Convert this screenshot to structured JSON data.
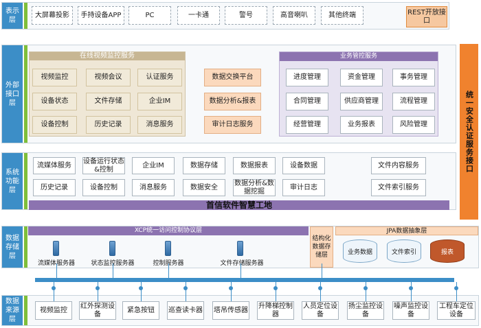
{
  "layers": {
    "presentation": "表示层",
    "external": "外部接口层",
    "system": "系统功能层",
    "storage": "数据存储层",
    "source": "数据来源层"
  },
  "presentation_items": [
    "大屏幕投影",
    "手持设备APP",
    "PC",
    "一卡通",
    "警号",
    "高音喇叭",
    "其他终端"
  ],
  "rest_api": "REST开放接口",
  "auth": "统一安全认证服务接口",
  "video_panel": {
    "title": "在线视频监控服务",
    "items": [
      "视频监控",
      "视频会议",
      "认证服务",
      "设备状态",
      "文件存储",
      "企业IM",
      "设备控制",
      "历史记录",
      "消息服务"
    ]
  },
  "middle_items": [
    "数据交换平台",
    "数据分析&报表",
    "审计日志服务"
  ],
  "business_panel": {
    "title": "业务管控服务",
    "items": [
      "进度管理",
      "资金管理",
      "事务管理",
      "合同管理",
      "供应商管理",
      "流程管理",
      "经营管理",
      "业务报表",
      "风险管理"
    ]
  },
  "system_row1": [
    "流媒体服务",
    "设备运行状态&控制",
    "企业IM",
    "数据存储",
    "数据报表",
    "设备数据",
    "文件内容服务"
  ],
  "system_row2": [
    "历史记录",
    "设备控制",
    "消息服务",
    "数据安全",
    "数据分析&数据挖掘",
    "审计日志",
    "文件索引服务"
  ],
  "platform_title": "首信软件智慧工地",
  "xcp_title": "XCP统一访问控制协议层",
  "servers": [
    "流媒体服务器",
    "状态监控服务器",
    "控制服务器",
    "文件存储服务器"
  ],
  "structured_label": "结构化数据存储层",
  "jpa_title": "JPA数据抽象层",
  "jpa_items": [
    "业务数据",
    "文件索引",
    "报表"
  ],
  "source_items": [
    "视频监控",
    "红外探测设备",
    "紧急按钮",
    "巡查读卡器",
    "塔吊传感器",
    "升降梯控制器",
    "人员定位设备",
    "扬尘监控设备",
    "噪声监控设备",
    "工程车定位设备"
  ],
  "colors": {
    "layer_blue": "#3c8ec7",
    "green": "#7fbf3a",
    "orange": "#f0822e",
    "purple": "#8c73b0"
  }
}
